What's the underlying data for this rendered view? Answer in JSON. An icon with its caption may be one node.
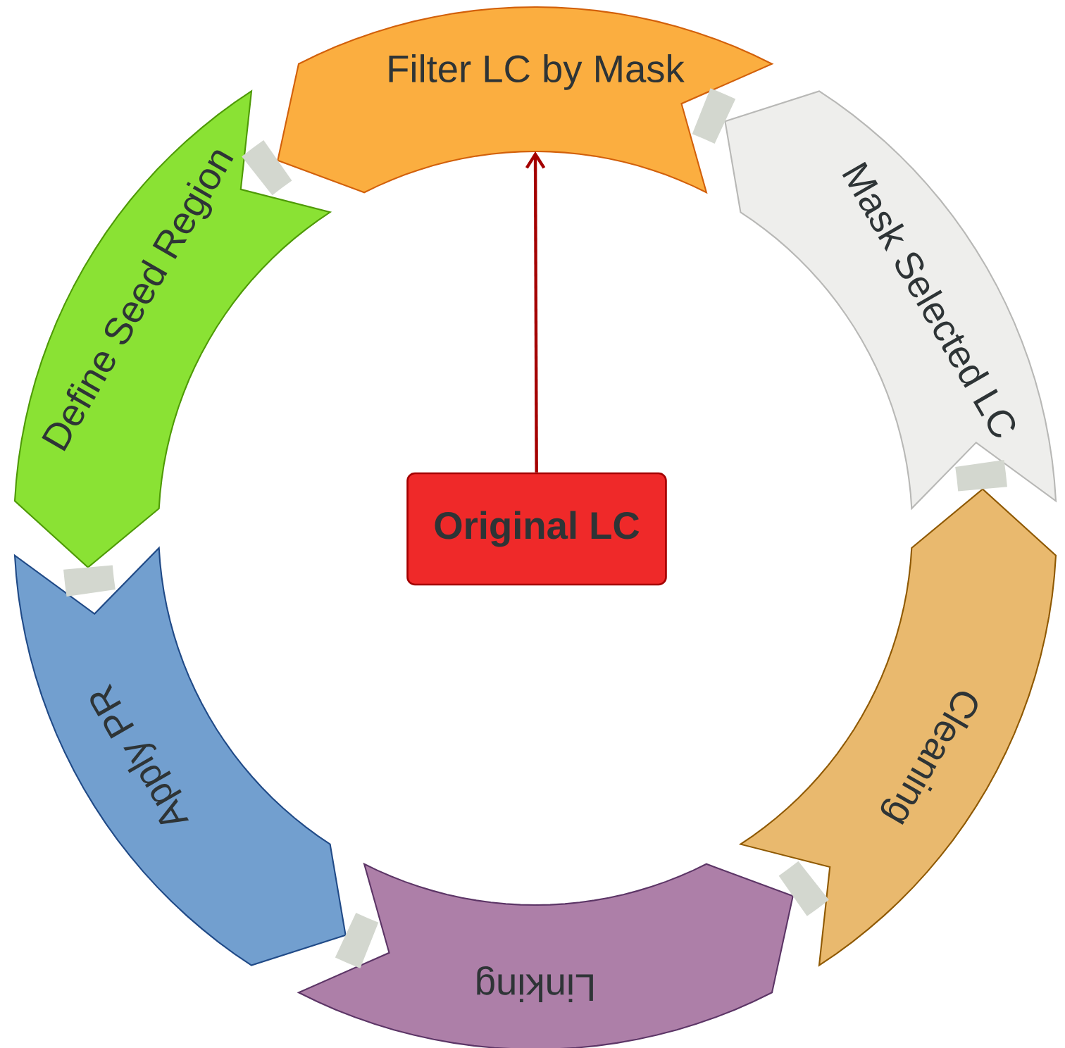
{
  "diagram": {
    "nodes": [
      {
        "text": [
          "Filter LC by Mask"
        ]
      },
      {
        "text": [
          "Mask Selected LC"
        ]
      },
      {
        "text": [
          "Cleaning"
        ]
      },
      {
        "text": [
          "Linking"
        ]
      },
      {
        "text": [
          "Apply PR"
        ]
      },
      {
        "text": [
          "Define Seed Region"
        ]
      },
      {
        "text": [
          "Original LC"
        ]
      }
    ],
    "edges": [
      {
        "from": 0,
        "to": 5,
        "arrow": "none"
      },
      {
        "from": 5,
        "to": 4,
        "arrow": "none"
      },
      {
        "from": 4,
        "to": 3,
        "arrow": "none"
      },
      {
        "from": 3,
        "to": 2,
        "arrow": "none"
      },
      {
        "from": 2,
        "to": 1,
        "arrow": "none"
      },
      {
        "from": 1,
        "to": 0,
        "arrow": "none"
      },
      {
        "from": 6,
        "to": 0,
        "arrow": "to",
        "color": "#a40000"
      }
    ]
  }
}
